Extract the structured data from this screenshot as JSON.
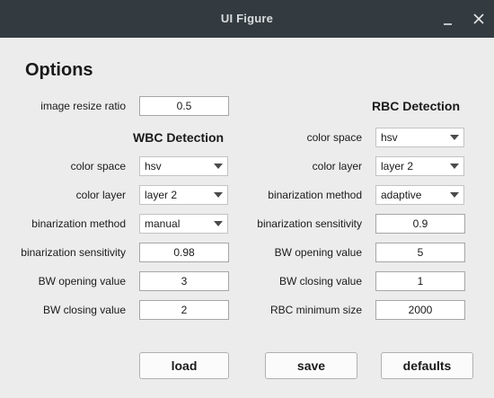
{
  "window": {
    "title": "UI Figure",
    "minimize_icon": "minimize-icon",
    "close_icon": "close-icon"
  },
  "options": {
    "heading": "Options",
    "image_resize": {
      "label": "image resize ratio",
      "value": "0.5"
    }
  },
  "wbc": {
    "heading": "WBC Detection",
    "color_space": {
      "label": "color space",
      "value": "hsv"
    },
    "color_layer": {
      "label": "color layer",
      "value": "layer 2"
    },
    "binarization_method": {
      "label": "binarization method",
      "value": "manual"
    },
    "binarization_sensitivity": {
      "label": "binarization sensitivity",
      "value": "0.98"
    },
    "bw_opening": {
      "label": "BW opening value",
      "value": "3"
    },
    "bw_closing": {
      "label": "BW closing value",
      "value": "2"
    }
  },
  "rbc": {
    "heading": "RBC Detection",
    "color_space": {
      "label": "color space",
      "value": "hsv"
    },
    "color_layer": {
      "label": "color layer",
      "value": "layer 2"
    },
    "binarization_method": {
      "label": "binarization method",
      "value": "adaptive"
    },
    "binarization_sensitivity": {
      "label": "binarization sensitivity",
      "value": "0.9"
    },
    "bw_opening": {
      "label": "BW opening value",
      "value": "5"
    },
    "bw_closing": {
      "label": "BW closing value",
      "value": "1"
    },
    "min_size": {
      "label": "RBC minimum size",
      "value": "2000"
    }
  },
  "buttons": {
    "load": "load",
    "save": "save",
    "defaults": "defaults"
  }
}
